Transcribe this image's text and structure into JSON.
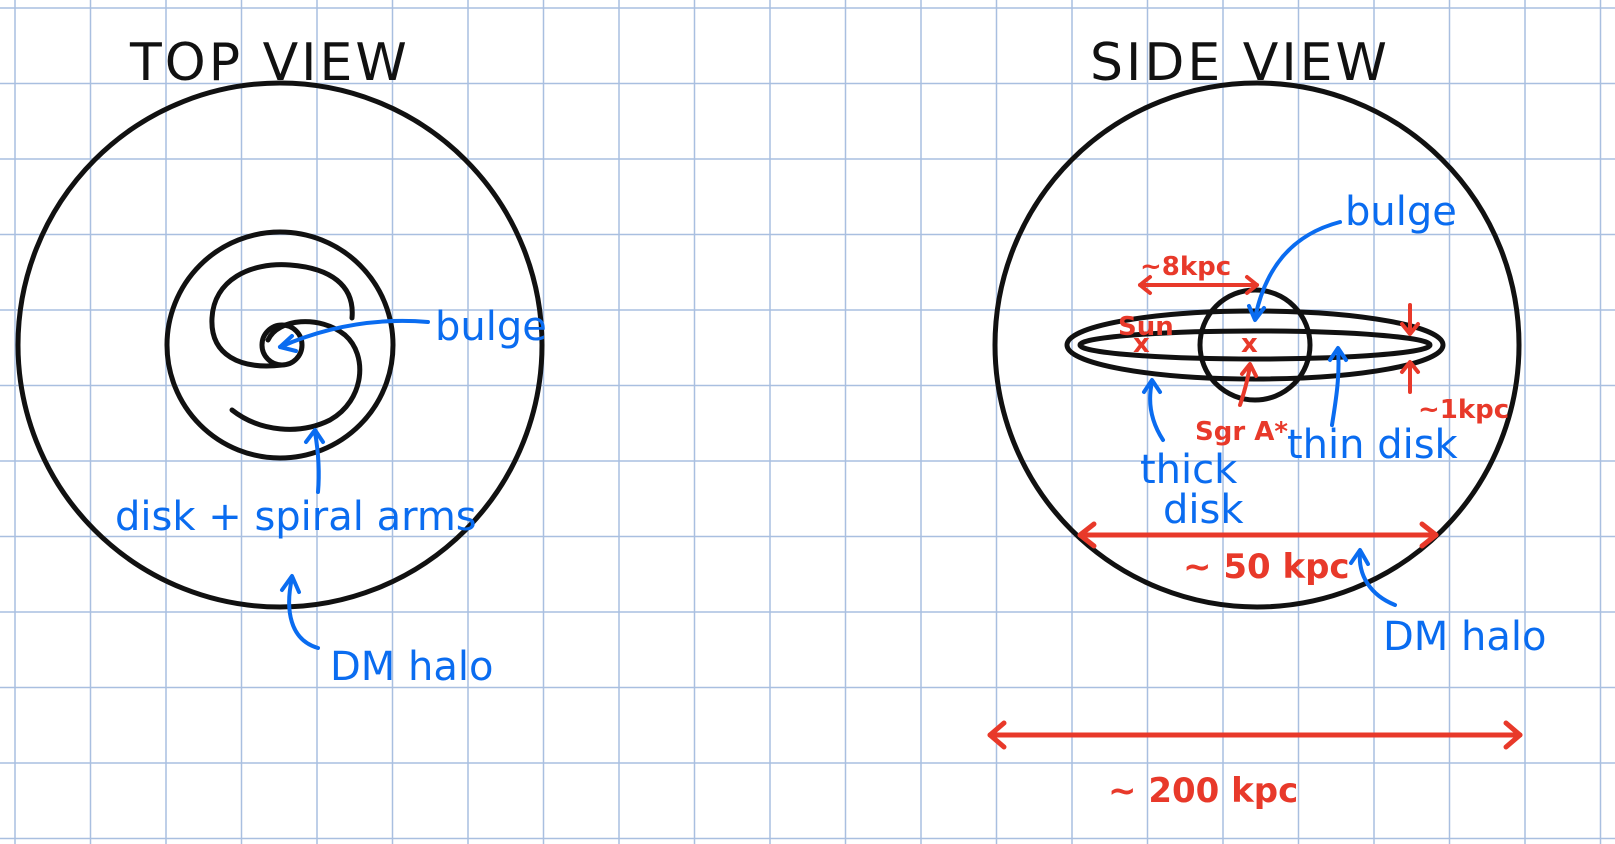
{
  "top_view": {
    "title": "TOP VIEW",
    "labels": {
      "bulge": "bulge",
      "disk": "disk + spiral arms",
      "halo": "DM halo"
    }
  },
  "side_view": {
    "title": "SIDE VIEW",
    "labels": {
      "bulge": "bulge",
      "sun": "Sun",
      "sgr": "Sgr A*",
      "thick_disk_1": "thick",
      "thick_disk_2": "disk",
      "thin_disk": "thin disk",
      "halo": "DM halo"
    },
    "measurements": {
      "sun_distance": "~8kpc",
      "disk_thickness": "~1kpc",
      "disk_diameter": "~ 50 kpc",
      "halo_diameter": "~ 200 kpc"
    },
    "markers": {
      "sun_marker": "x",
      "sgr_marker": "x"
    }
  },
  "colors": {
    "grid": "#a9bfe0",
    "outline": "#111111",
    "annotation_blue": "#0a6cf0",
    "annotation_red": "#e8392a"
  }
}
